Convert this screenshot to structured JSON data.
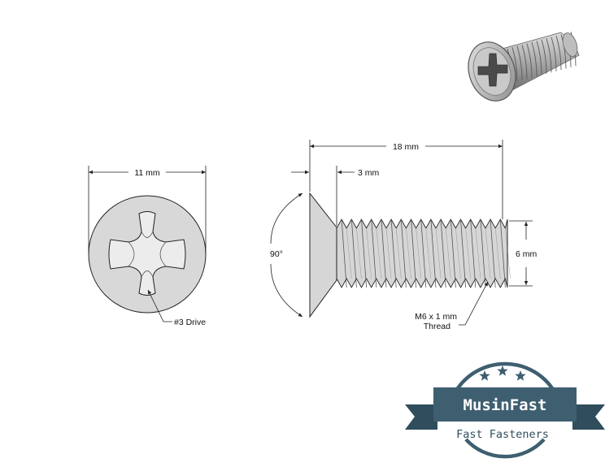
{
  "dimensions": {
    "head_diameter": "11 mm",
    "overall_length": "18 mm",
    "head_height": "3 mm",
    "countersink_angle": "90°",
    "thread_diameter": "6 mm"
  },
  "callouts": {
    "drive": "#3 Drive",
    "thread_line1": "M6 x 1 mm",
    "thread_line2": "Thread"
  },
  "logo": {
    "name": "MusinFast",
    "tagline": "Fast Fasteners",
    "stars": 3,
    "colors": {
      "primary": "#3e5f70",
      "dark": "#2f4d5c",
      "text_light": "#ffffff"
    }
  },
  "colors": {
    "line": "#222222",
    "screw_fill": "#d6d6d6"
  }
}
